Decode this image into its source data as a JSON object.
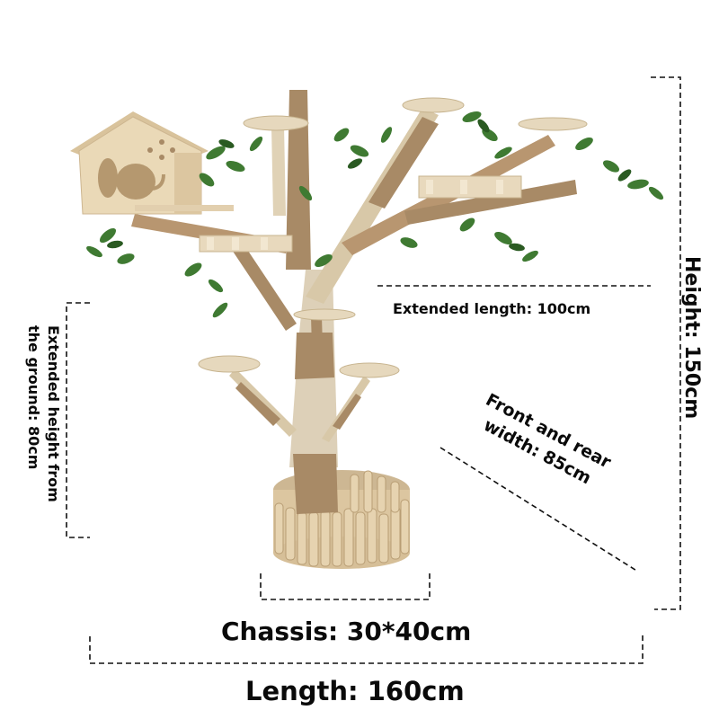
{
  "diagram": {
    "subject": "Wooden cat tree with cat house, platforms, sisal-wrapped branches and artificial leaves",
    "labels": {
      "extended_length": "Extended length: 100cm",
      "height": "Height: 150cm",
      "extended_height_line1": "Extended height from",
      "extended_height_line2": "the ground: 80cm",
      "width_line1": "Front and rear",
      "width_line2": "width: 85cm",
      "chassis": "Chassis: 30*40cm",
      "length": "Length: 160cm"
    },
    "dimensions": {
      "height_cm": 150,
      "length_cm": 160,
      "extended_length_cm": 100,
      "extended_height_from_ground_cm": 80,
      "front_rear_width_cm": 85,
      "chassis_cm": "30*40"
    },
    "colors": {
      "wood": "#e2cfae",
      "wood_dark": "#c9b08a",
      "sisal": "#a88a66",
      "leaf": "#3f7a32",
      "leaf_dark": "#2a5a22",
      "text": "#0a0a0a"
    }
  }
}
